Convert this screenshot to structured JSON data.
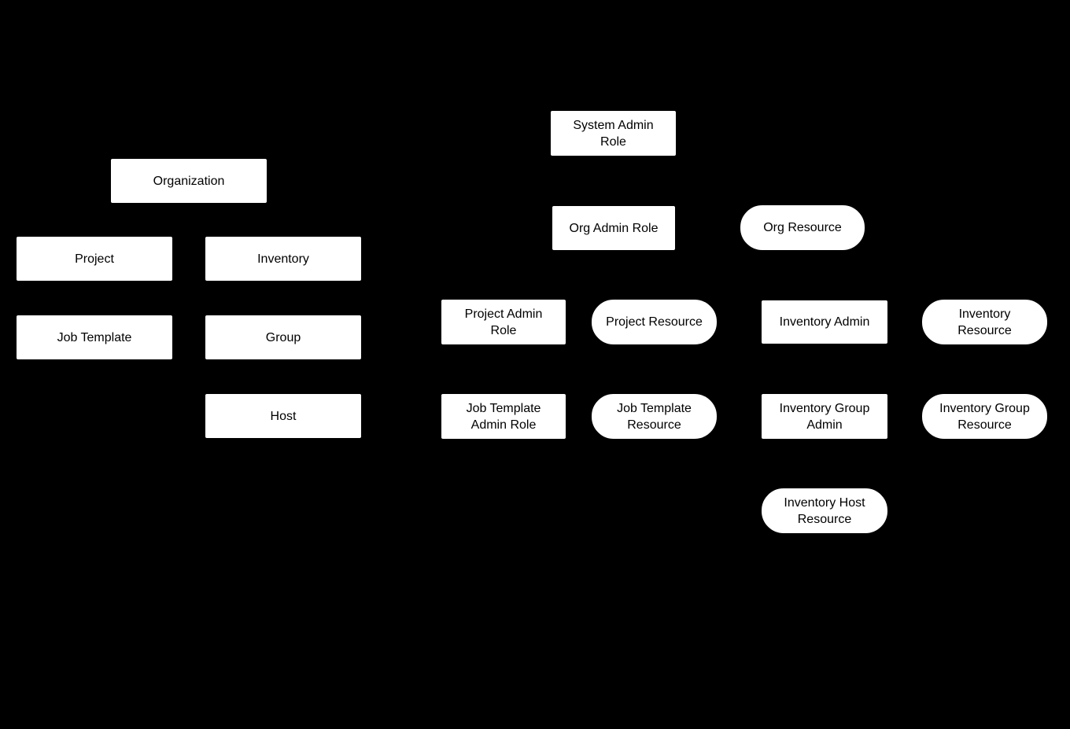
{
  "diagram": {
    "background_color": "#000000",
    "node_fill_color": "#ffffff",
    "node_text_color": "#000000",
    "nodes": {
      "organization": {
        "label": "Organization",
        "shape": "rect"
      },
      "project": {
        "label": "Project",
        "shape": "rect"
      },
      "inventory": {
        "label": "Inventory",
        "shape": "rect"
      },
      "job_template": {
        "label": "Job Template",
        "shape": "rect"
      },
      "group": {
        "label": "Group",
        "shape": "rect"
      },
      "host": {
        "label": "Host",
        "shape": "rect"
      },
      "system_admin_role": {
        "label": "System Admin\nRole",
        "shape": "rect"
      },
      "org_admin_role": {
        "label": "Org Admin Role",
        "shape": "rect"
      },
      "org_resource": {
        "label": "Org Resource",
        "shape": "pill"
      },
      "project_admin_role": {
        "label": "Project Admin\nRole",
        "shape": "rect"
      },
      "project_resource": {
        "label": "Project Resource",
        "shape": "pill"
      },
      "inventory_admin": {
        "label": "Inventory Admin",
        "shape": "rect"
      },
      "inventory_resource": {
        "label": "Inventory\nResource",
        "shape": "pill"
      },
      "job_template_admin_role": {
        "label": "Job Template\nAdmin Role",
        "shape": "rect"
      },
      "job_template_resource": {
        "label": "Job Template\nResource",
        "shape": "pill"
      },
      "inventory_group_admin": {
        "label": "Inventory Group\nAdmin",
        "shape": "rect"
      },
      "inventory_group_resource": {
        "label": "Inventory Group\nResource",
        "shape": "pill"
      },
      "inventory_host_resource": {
        "label": "Inventory Host\nResource",
        "shape": "pill"
      }
    }
  }
}
